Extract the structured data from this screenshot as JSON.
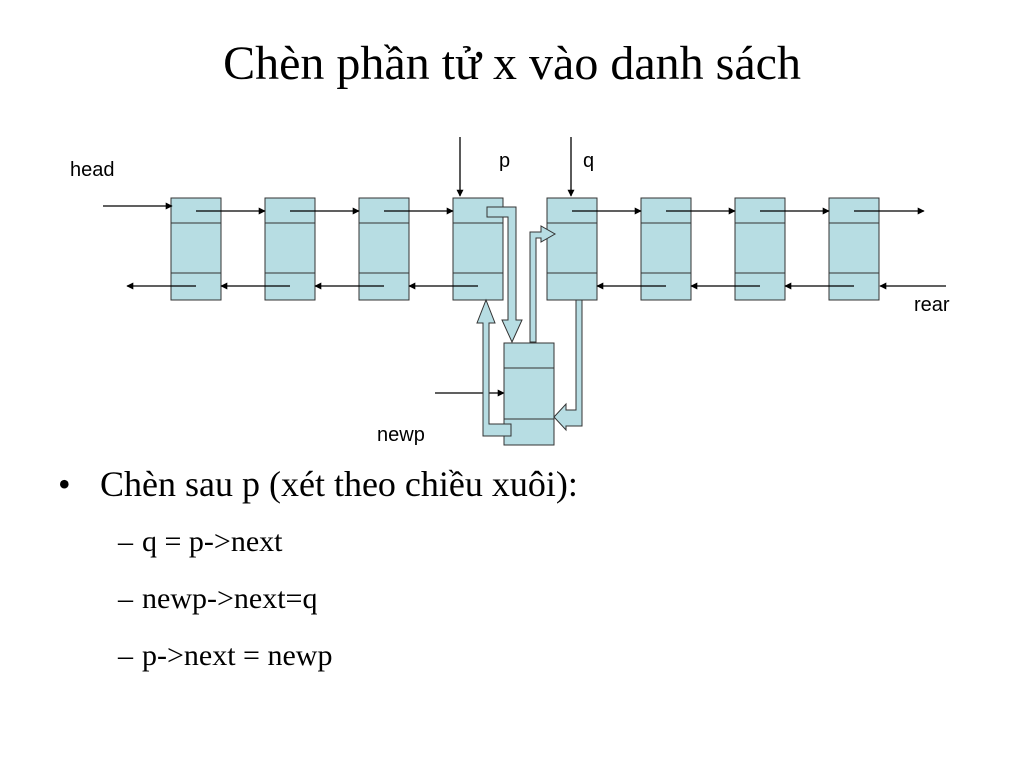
{
  "title": "Chèn phần tử x vào danh sách",
  "diagram": {
    "labels": {
      "head": "head",
      "rear": "rear",
      "p": "p",
      "q": "q",
      "newp": "newp"
    },
    "node_count": 8,
    "colors": {
      "node_fill": "#b7dde3",
      "node_stroke": "#333333",
      "line": "#000000"
    }
  },
  "bullets": {
    "main": "Chèn sau p (xét theo chiều xuôi):",
    "marker": "•",
    "sub_marker": "–",
    "steps": [
      "q = p->next",
      "newp->next=q",
      "p->next = newp"
    ]
  }
}
